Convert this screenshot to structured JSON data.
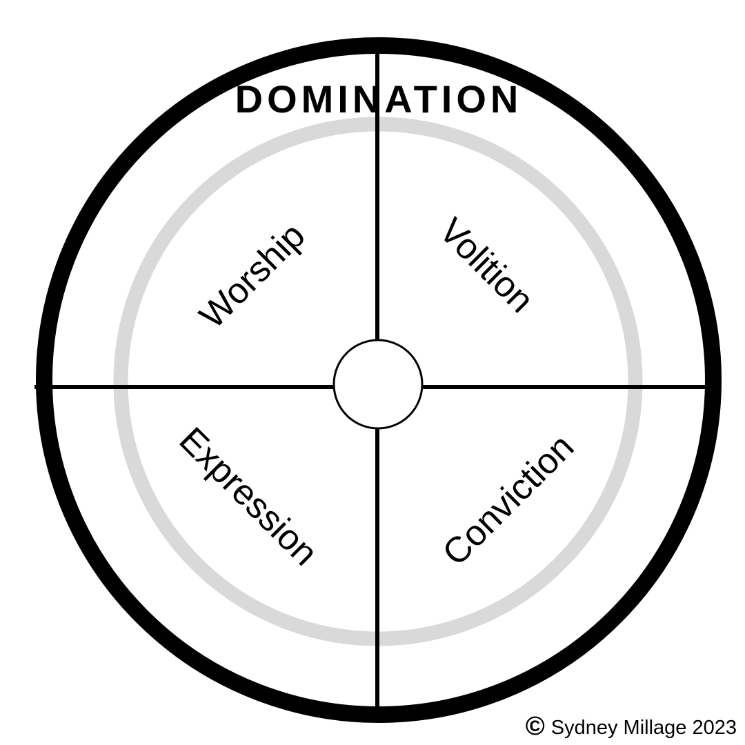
{
  "diagram": {
    "title": "DOMINATION",
    "quadrants": [
      {
        "position": "top-left",
        "label": "Worship"
      },
      {
        "position": "top-right",
        "label": "Volition"
      },
      {
        "position": "bottom-left",
        "label": "Expression"
      },
      {
        "position": "bottom-right",
        "label": "Conviction"
      }
    ],
    "colors": {
      "outer_ring": "#000000",
      "inner_ring": "#d9d9d9",
      "axis_line": "#000000",
      "background": "#ffffff",
      "text": "#000000"
    }
  },
  "footer": {
    "copyright_symbol": "©",
    "copyright_text": "Sydney Millage 2023"
  }
}
